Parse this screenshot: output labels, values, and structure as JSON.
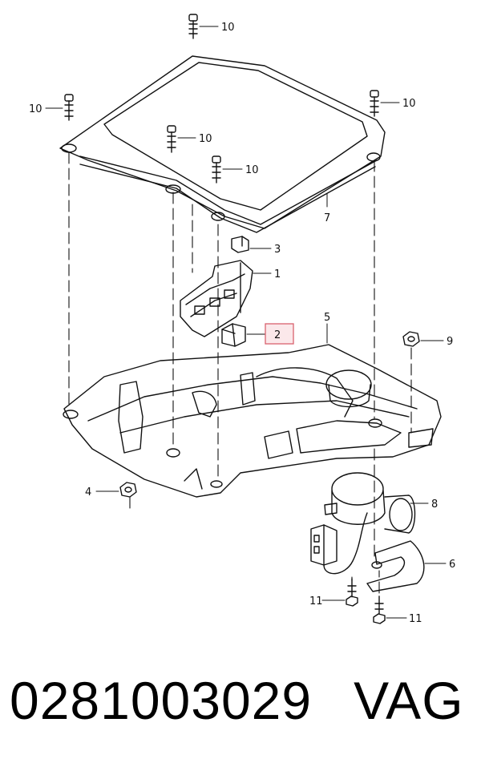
{
  "diagram": {
    "callouts": {
      "c1": "1",
      "c2": "2",
      "c3": "3",
      "c4": "4",
      "c5": "5",
      "c6": "6",
      "c7": "7",
      "c8": "8",
      "c9": "9",
      "c10": "10",
      "c11": "11"
    },
    "highlight_color": "#d9626e"
  },
  "footer": {
    "part_number": "0281003029",
    "brand": "VAG"
  }
}
